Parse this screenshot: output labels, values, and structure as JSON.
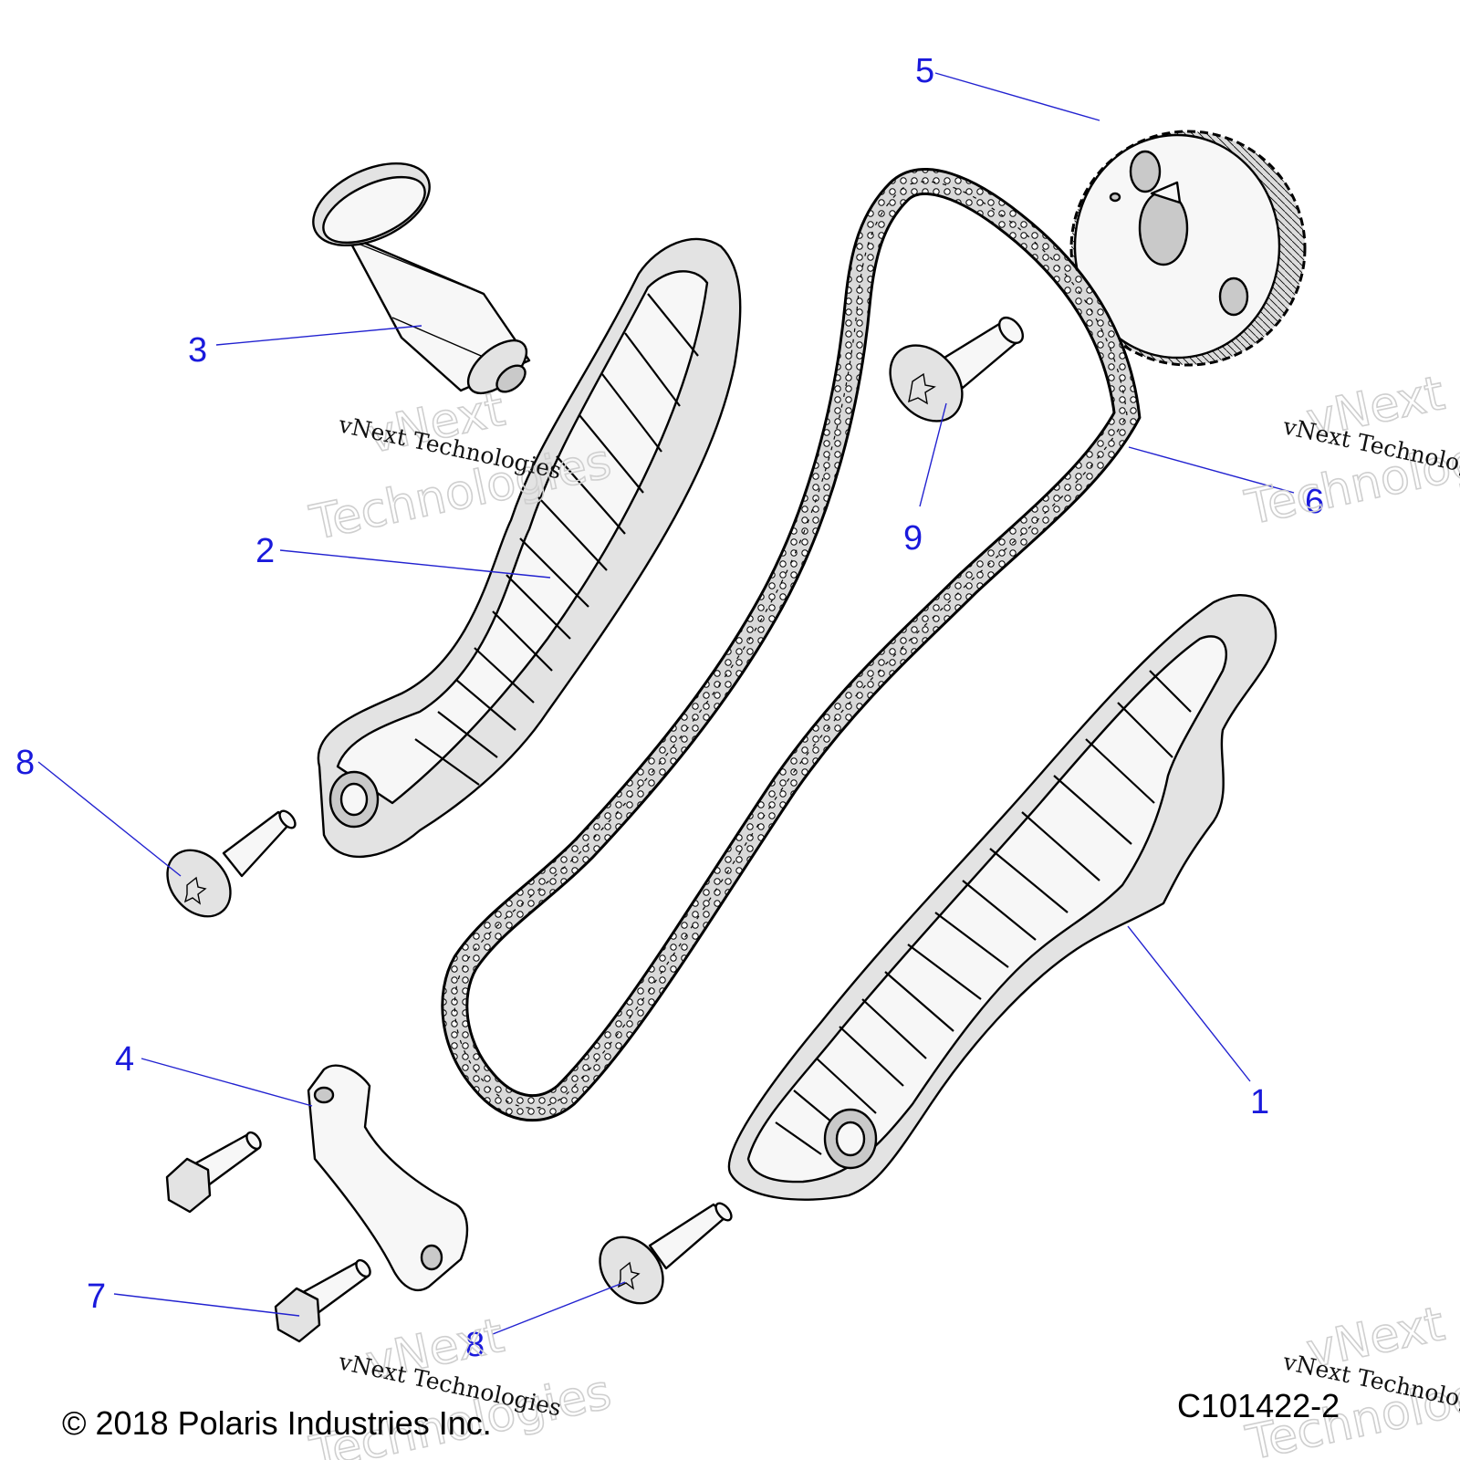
{
  "diagram": {
    "callouts": [
      {
        "id": "callout-1",
        "label": "1"
      },
      {
        "id": "callout-2",
        "label": "2"
      },
      {
        "id": "callout-3",
        "label": "3"
      },
      {
        "id": "callout-4",
        "label": "4"
      },
      {
        "id": "callout-5",
        "label": "5"
      },
      {
        "id": "callout-6",
        "label": "6"
      },
      {
        "id": "callout-7",
        "label": "7"
      },
      {
        "id": "callout-8a",
        "label": "8"
      },
      {
        "id": "callout-8b",
        "label": "8"
      },
      {
        "id": "callout-9",
        "label": "9"
      }
    ],
    "watermark": {
      "small": "vNext Technologies",
      "big_line1": "vNext",
      "big_line2": "Technologies"
    },
    "footer": {
      "copyright": "© 2018 Polaris Industries Inc.",
      "drawing_number": "C101422-2"
    }
  }
}
